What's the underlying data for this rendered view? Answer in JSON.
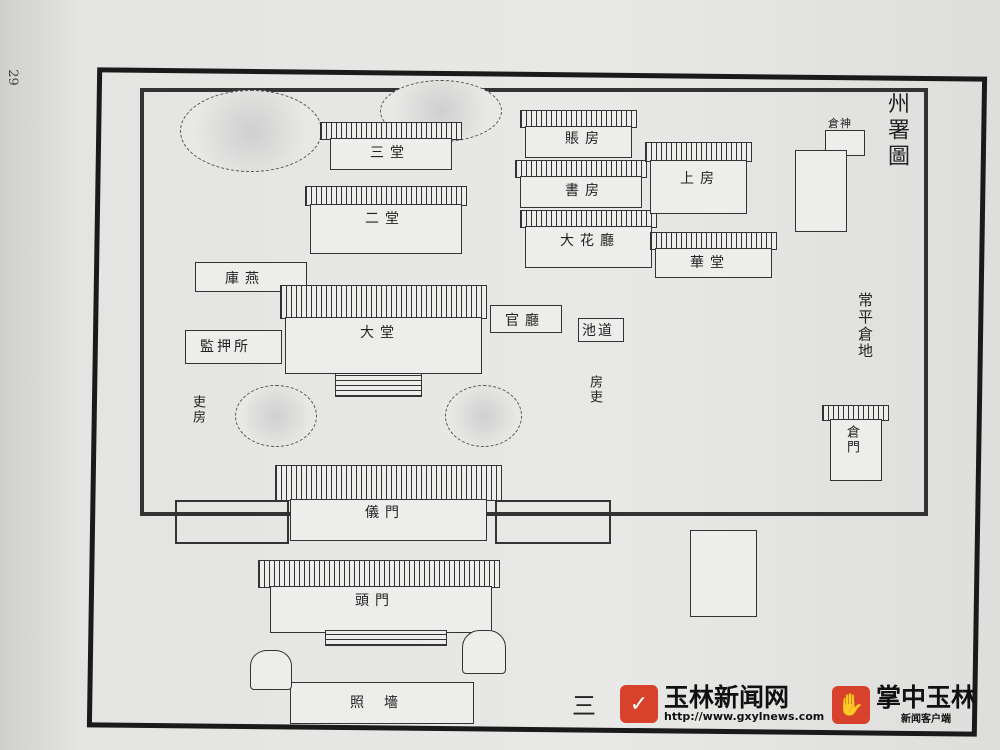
{
  "page_number": "29",
  "map": {
    "title": "州署圖",
    "plate_number": "三",
    "labels": {
      "granary_land": "常平倉地",
      "granary_gate": "倉門",
      "granary_god": "倉神",
      "main_hall": "大堂",
      "second_hall": "二堂",
      "third_hall": "三堂",
      "ceremonial_gate": "儀門",
      "front_gate": "頭門",
      "screen_wall": "照墻",
      "flower_hall": "大花廳",
      "upper_room": "上房",
      "study": "書房",
      "accounts_room": "賬房",
      "hua_hall": "華堂",
      "pond": "池道",
      "official_hall": "官廳",
      "storehouse": "庫燕",
      "jail": "監押所",
      "clerks_room_left": "吏房",
      "clerks_room_right": "房吏"
    }
  },
  "watermark": {
    "site_name": "玉林新闻网",
    "site_url": "http://www.gxylnews.com",
    "app_name": "掌中玉林",
    "app_sub": "新闻客户端",
    "brand_color": "#d8412b"
  }
}
